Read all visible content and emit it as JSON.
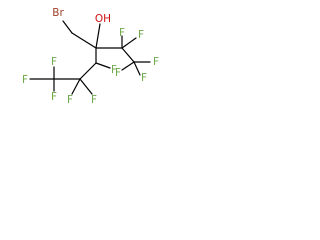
{
  "molecule": {
    "colors": {
      "bond": "#000000",
      "fluorine": "#6fa84a",
      "bromine": "#a0402a",
      "oxygen": "#d01010"
    },
    "labels": {
      "br": "Br",
      "oh": "OH",
      "f": "F"
    }
  }
}
